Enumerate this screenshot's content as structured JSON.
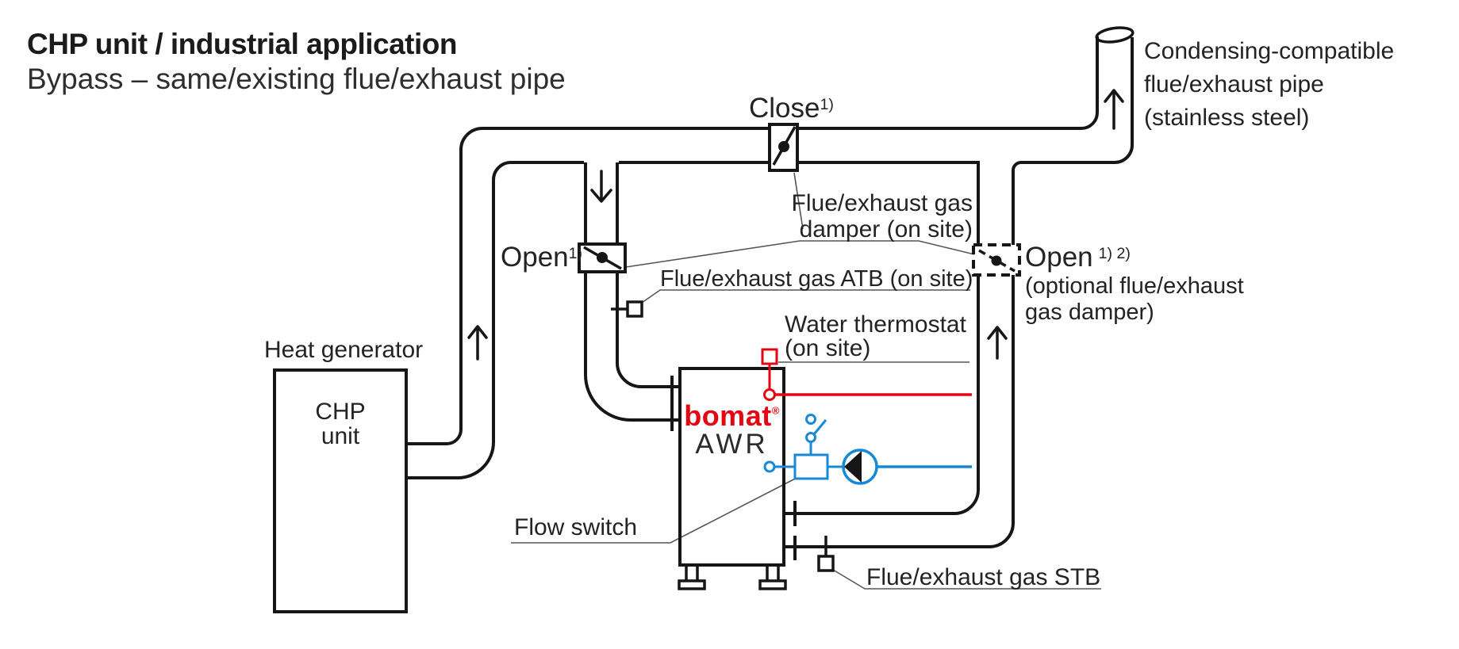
{
  "header": {
    "title": "CHP unit / industrial application",
    "subtitle": "Bypass – same/existing flue/exhaust pipe"
  },
  "labels": {
    "close": {
      "text": "Close",
      "sup": "1)"
    },
    "condensing": {
      "line1": "Condensing-compatible",
      "line2": "flue/exhaust pipe",
      "line3": "(stainless steel)"
    },
    "damper": {
      "line1": "Flue/exhaust gas",
      "line2": "damper (on site)"
    },
    "open_bypass": {
      "text": "Open",
      "sup": "1)"
    },
    "atb": {
      "text": "Flue/exhaust gas ATB (on site)"
    },
    "open_optional": {
      "text": "Open",
      "sup": "1) 2)",
      "note1": "(optional flue/exhaust",
      "note2": "gas damper)"
    },
    "water_thermostat": {
      "line1": "Water thermostat",
      "line2": "(on site)"
    },
    "heat_generator": {
      "text": "Heat generator"
    },
    "chp": {
      "line1": "CHP",
      "line2": "unit"
    },
    "awr": {
      "brand": "bomat",
      "reg": "®",
      "model": "AWR"
    },
    "flow_switch": {
      "text": "Flow switch"
    },
    "stb": {
      "text": "Flue/exhaust gas STB"
    }
  },
  "colors": {
    "ink": "#161616",
    "red": "#e30613",
    "blue": "#1789d7",
    "leader": "#555555",
    "text": "#232323"
  }
}
